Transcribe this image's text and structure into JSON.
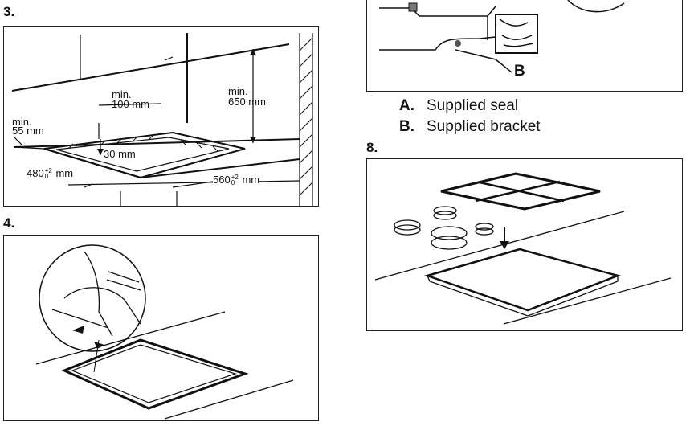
{
  "steps": {
    "s3": "3.",
    "s4": "4.",
    "s8": "8."
  },
  "fig3": {
    "min_55": "min.\n55 mm",
    "min_55_a": "min.",
    "min_55_b": "55 mm",
    "min_100_a": "min.",
    "min_100_b": "100 mm",
    "min_650_a": "min.",
    "min_650_b": "650 mm",
    "d30": "30 mm",
    "w480": "480",
    "w560": "560",
    "tol_plus": "+2",
    "tol_zero": "0",
    "unit": "mm"
  },
  "fig_seal": {
    "callout": "B",
    "legend": [
      {
        "key": "A.",
        "text": "Supplied seal"
      },
      {
        "key": "B.",
        "text": "Supplied bracket"
      }
    ]
  }
}
